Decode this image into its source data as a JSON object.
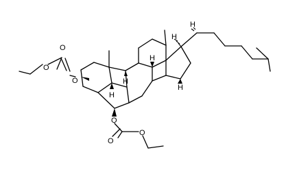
{
  "molecule": {
    "atoms": {
      "o1_ring": "O",
      "o_carbonyl_1": "O",
      "o_ether_1": "O",
      "h_c9": "H",
      "h_c14": "H",
      "h_c5": "H",
      "h_c8": "H",
      "h_c17": "H",
      "h_c20": "H",
      "o6_ring": "O",
      "o_carbonyl_6": "O",
      "o_ether_6": "O"
    }
  }
}
